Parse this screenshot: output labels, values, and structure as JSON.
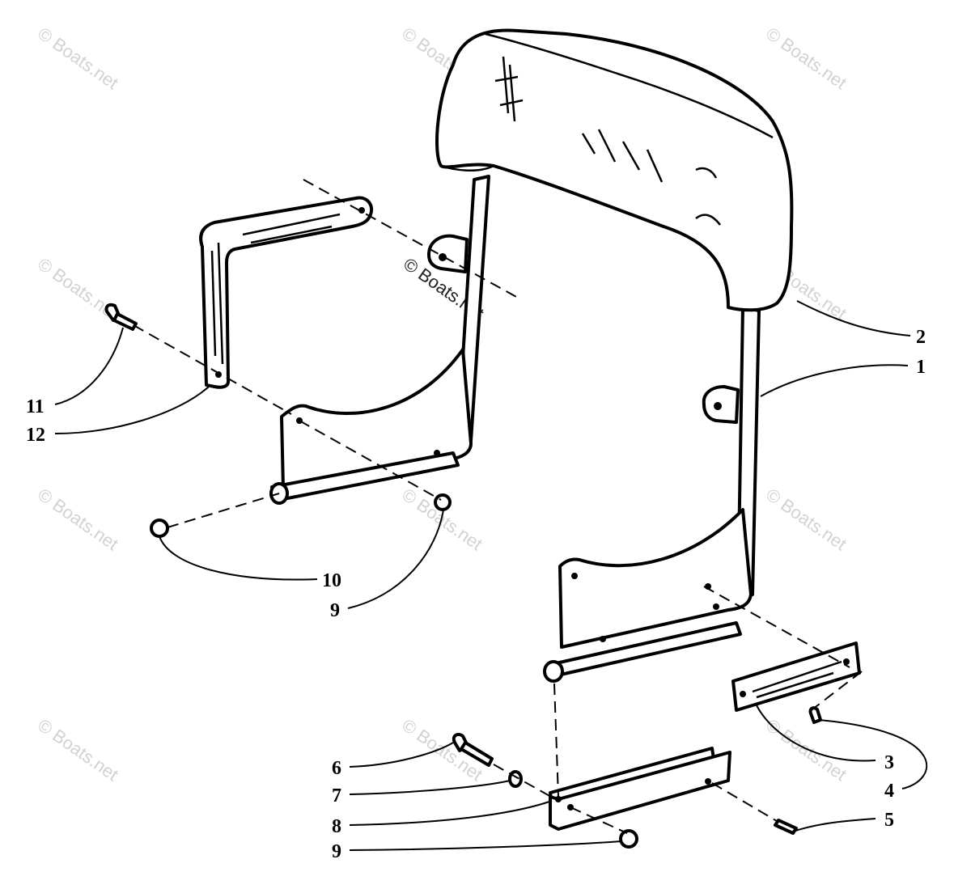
{
  "diagram": {
    "watermark_text": "© Boats.net",
    "callouts": [
      "1",
      "2",
      "3",
      "4",
      "5",
      "6",
      "7",
      "8",
      "9",
      "10",
      "11",
      "12"
    ]
  }
}
